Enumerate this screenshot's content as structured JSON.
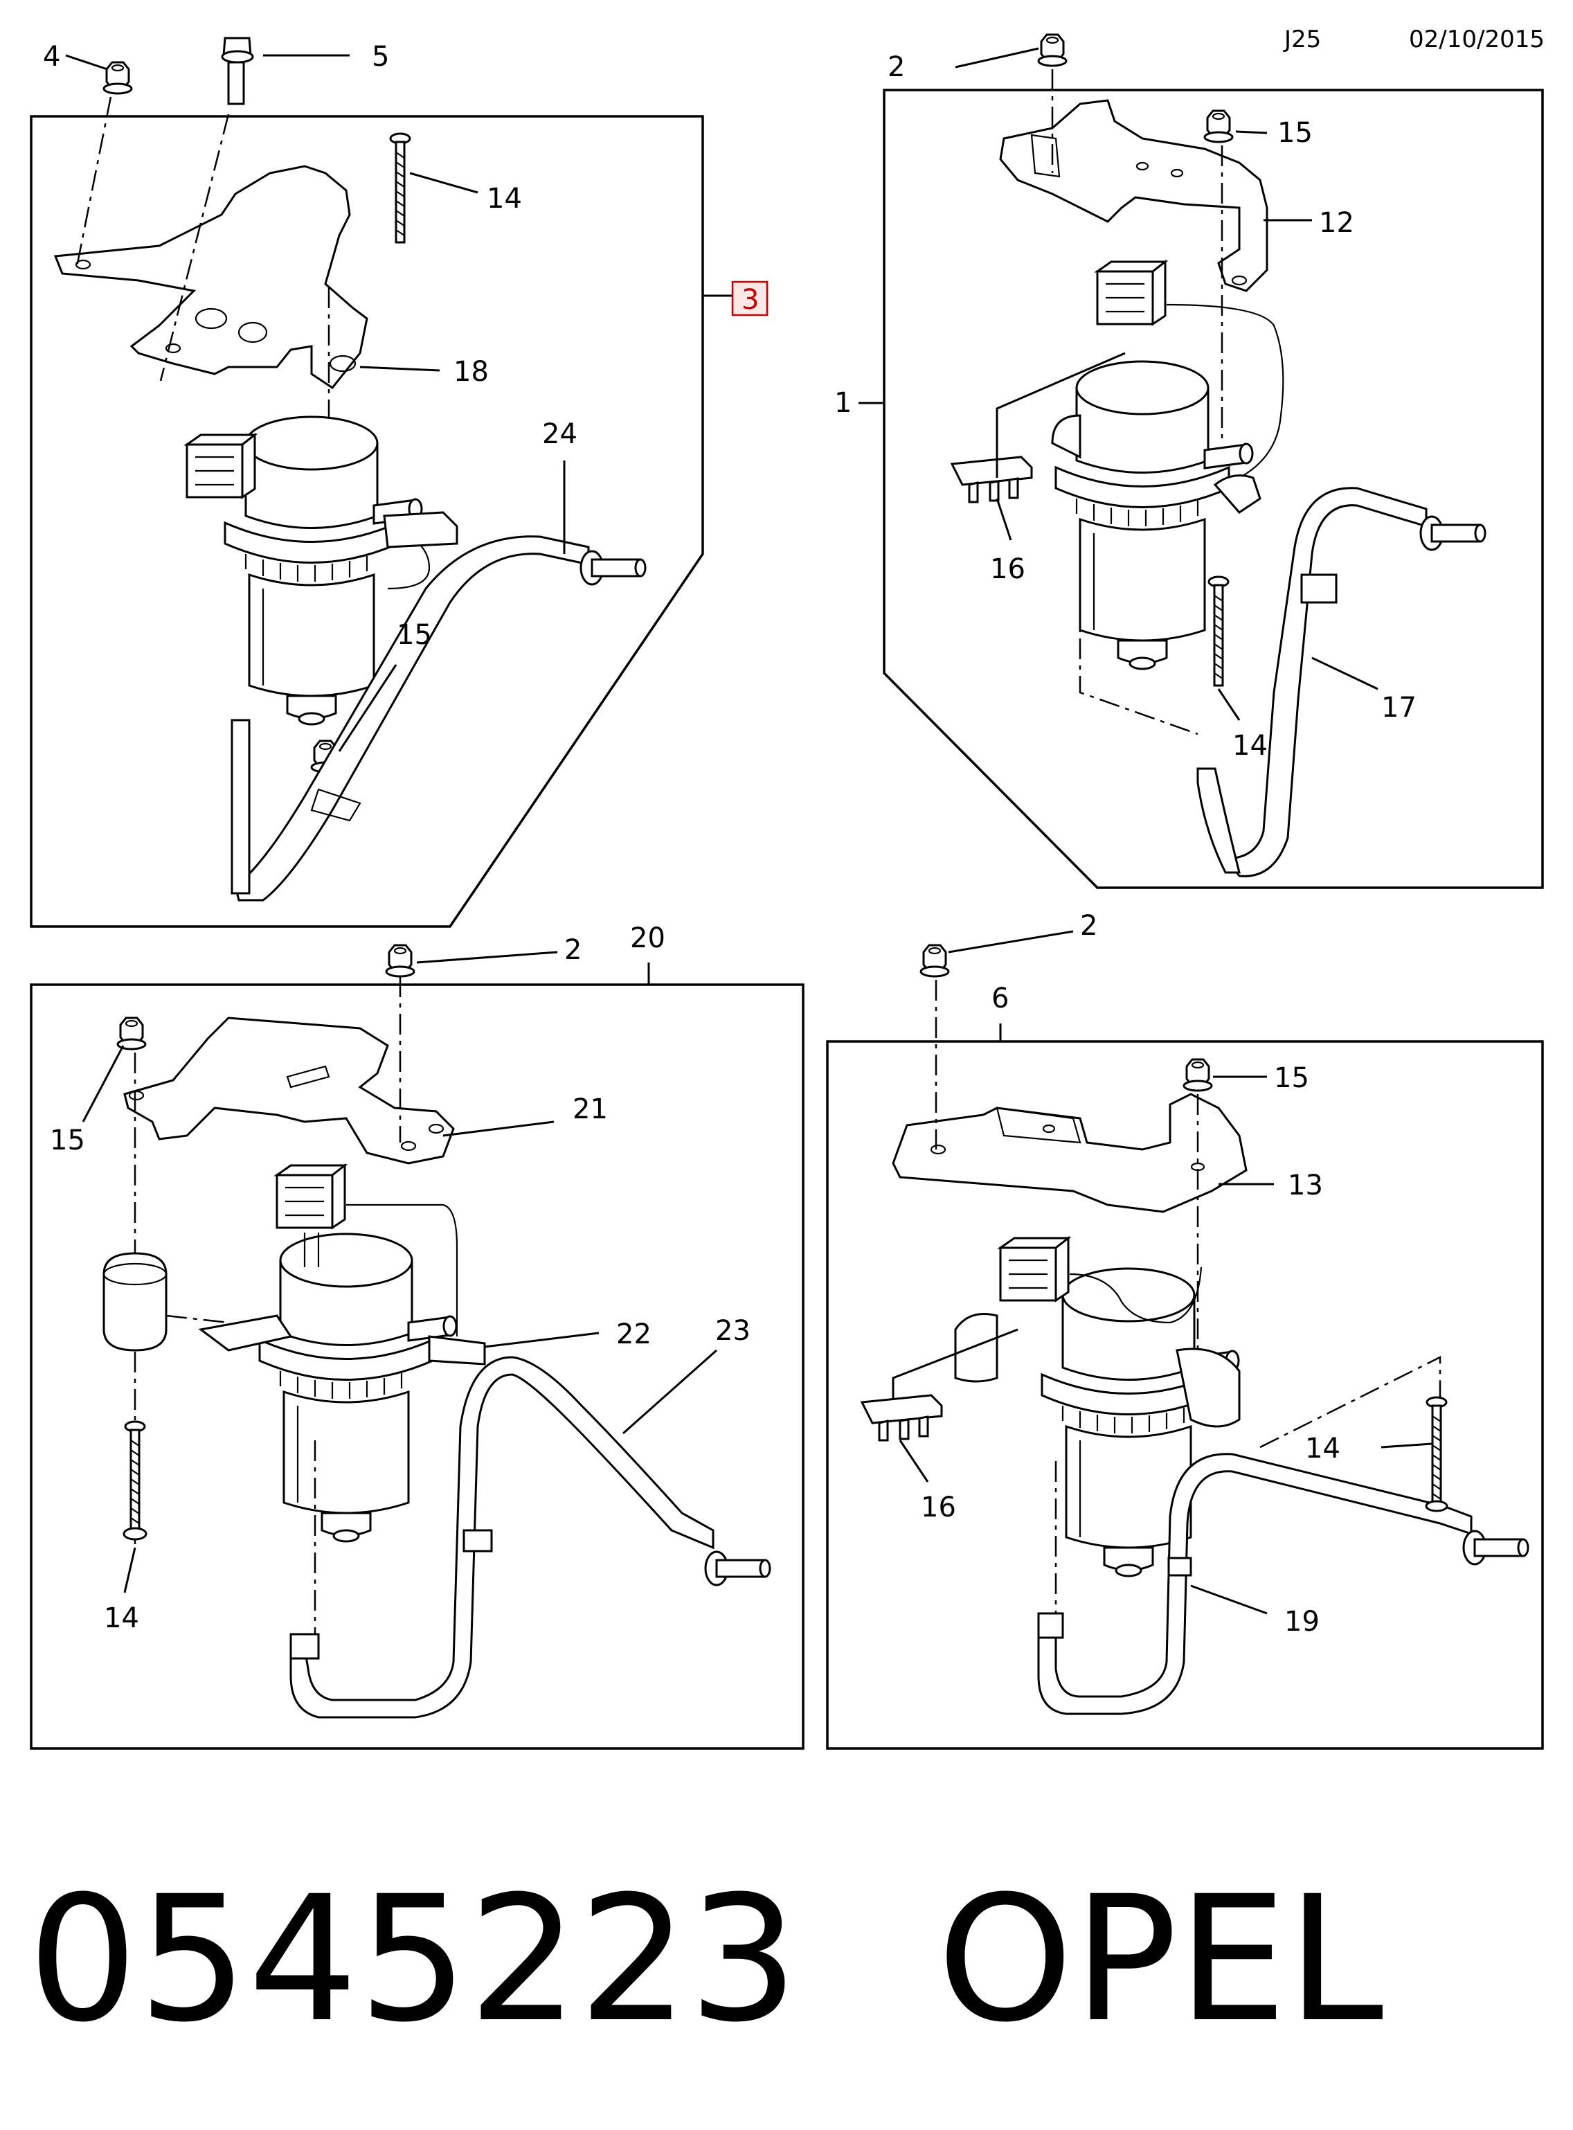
{
  "header": {
    "code": "J25",
    "date": "02/10/2015"
  },
  "caption": {
    "part_number": "0545223",
    "brand": "OPEL"
  },
  "panels": {
    "top_left": {
      "callout": "3",
      "callout_color": "#cc0000",
      "labels": {
        "l4": "4",
        "l5": "5",
        "l14": "14",
        "l18": "18",
        "l24": "24",
        "l15": "15"
      }
    },
    "top_right": {
      "callout": "1",
      "labels": {
        "l2": "2",
        "l15": "15",
        "l12": "12",
        "l16": "16",
        "l14": "14",
        "l17": "17"
      }
    },
    "bottom_left": {
      "callout": "20",
      "labels": {
        "l2": "2",
        "l15": "15",
        "l21": "21",
        "l22": "22",
        "l23": "23",
        "l14": "14"
      }
    },
    "bottom_right": {
      "callout": "6",
      "labels": {
        "l2": "2",
        "l15": "15",
        "l13": "13",
        "l14": "14",
        "l16": "16",
        "l19": "19"
      }
    }
  }
}
